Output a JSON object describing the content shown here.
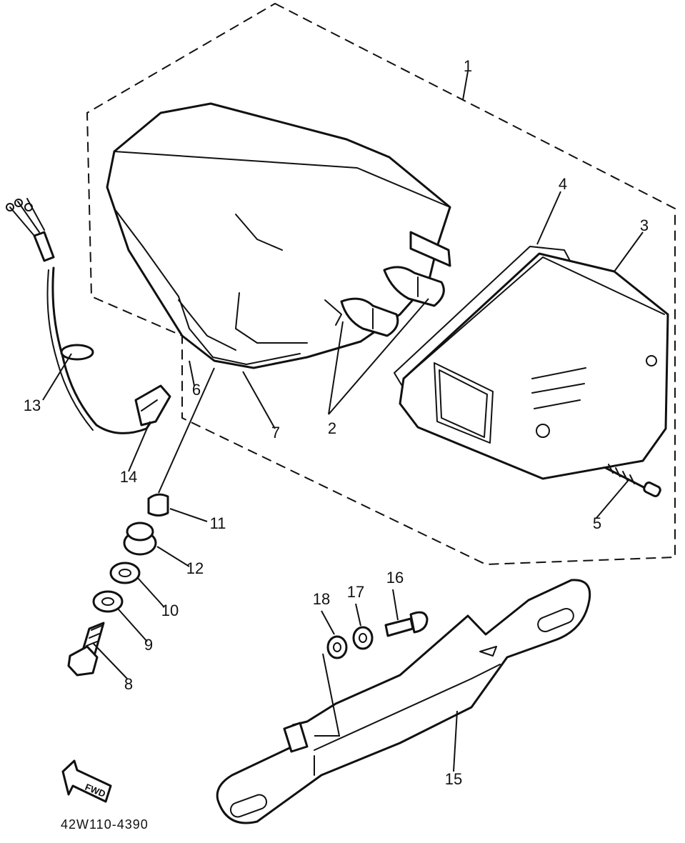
{
  "diagram": {
    "drawing_number": "42W110-4390",
    "fwd_label": "FWD",
    "callouts": {
      "c1": "1",
      "c2": "2",
      "c3": "3",
      "c4": "4",
      "c5": "5",
      "c6": "6",
      "c7": "7",
      "c8": "8",
      "c9": "9",
      "c10": "10",
      "c11": "11",
      "c12": "12",
      "c13": "13",
      "c14": "14",
      "c15": "15",
      "c16": "16",
      "c17": "17",
      "c18": "18"
    }
  }
}
